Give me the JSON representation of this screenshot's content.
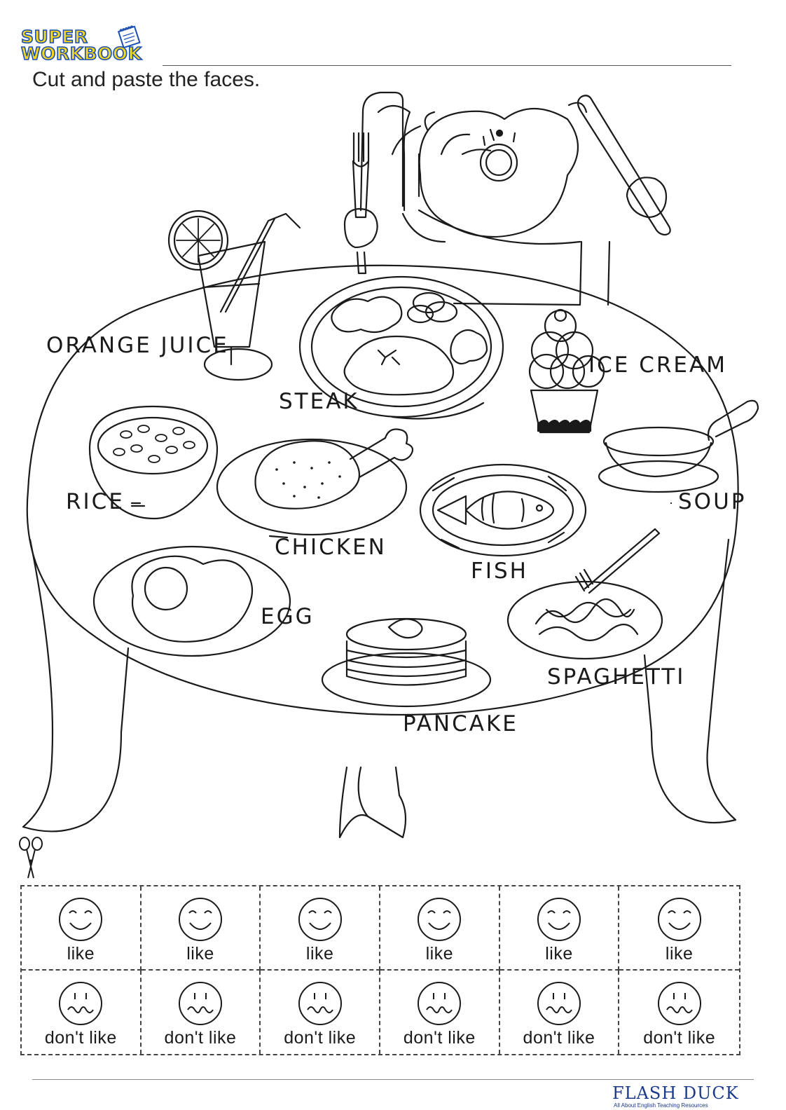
{
  "header": {
    "logo_line1": "SUPER",
    "logo_line2": "WORKBOOK",
    "instruction": "Cut and paste the faces."
  },
  "foods": [
    {
      "key": "orange_juice",
      "label": "ORANGE JUICE"
    },
    {
      "key": "steak",
      "label": "STEAK"
    },
    {
      "key": "ice_cream",
      "label": "ICE CREAM"
    },
    {
      "key": "rice",
      "label": "RICE"
    },
    {
      "key": "chicken",
      "label": "CHICKEN"
    },
    {
      "key": "fish",
      "label": "FISH"
    },
    {
      "key": "soup",
      "label": "SOUP"
    },
    {
      "key": "egg",
      "label": "EGG"
    },
    {
      "key": "spaghetti",
      "label": "SPAGHETTI"
    },
    {
      "key": "pancake",
      "label": "PANCAKE"
    }
  ],
  "cutout": {
    "like_label": "like",
    "dislike_label": "don't like",
    "like_icon": "smiley-face-icon",
    "dislike_icon": "wavy-mouth-face-icon"
  },
  "footer": {
    "brand": "FLASH DUCK",
    "tagline": "All About English   Teaching Resources"
  },
  "colors": {
    "logo_fill": "#f7d51d",
    "logo_outline": "#1b4fb5",
    "brand": "#1b3a8a",
    "brand_accent": "#c8102e"
  }
}
